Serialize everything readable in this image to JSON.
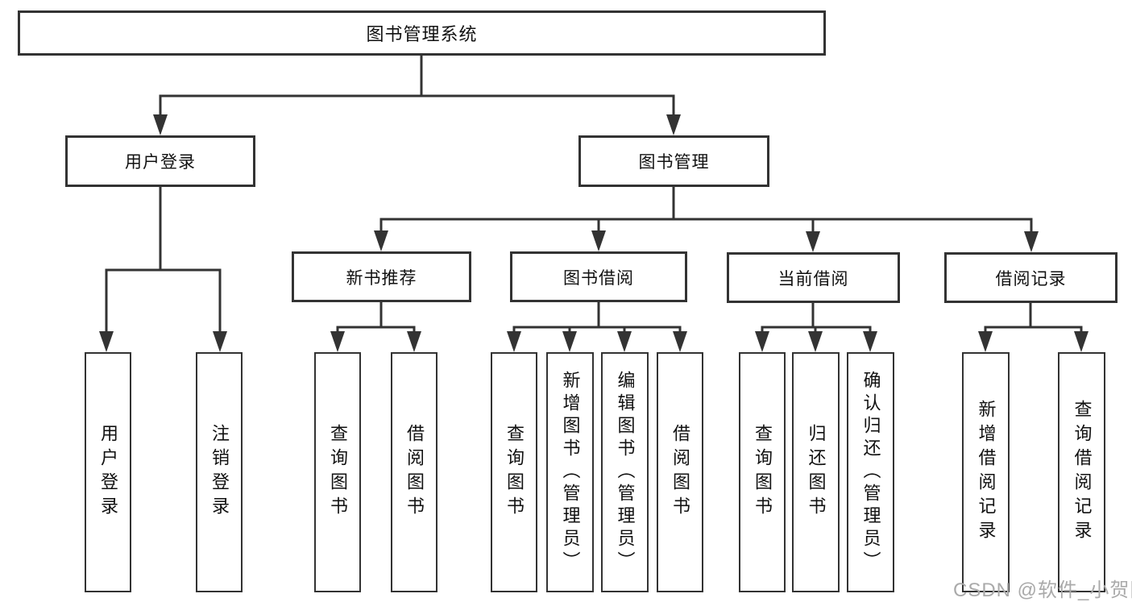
{
  "tree": {
    "root": "图书管理系统",
    "user": {
      "label": "用户登录",
      "children": [
        "用户登录",
        "注销登录"
      ]
    },
    "mgmt": {
      "label": "图书管理",
      "sections": [
        {
          "label": "新书推荐",
          "children": [
            "查询图书",
            "借阅图书"
          ]
        },
        {
          "label": "图书借阅",
          "children": [
            "查询图书",
            "新增图书（管理员）",
            "编辑图书（管理员）",
            "借阅图书"
          ]
        },
        {
          "label": "当前借阅",
          "children": [
            "查询图书",
            "归还图书",
            "确认归还（管理员）"
          ]
        },
        {
          "label": "借阅记录",
          "children": [
            "新增借阅记录",
            "查询借阅记录"
          ]
        }
      ]
    }
  },
  "watermark": "CSDN @软件_小贺同学",
  "colors": {
    "line": "#333333",
    "box_fill": "#ffffff",
    "text": "#111111",
    "watermark": "#aaaaaa"
  }
}
